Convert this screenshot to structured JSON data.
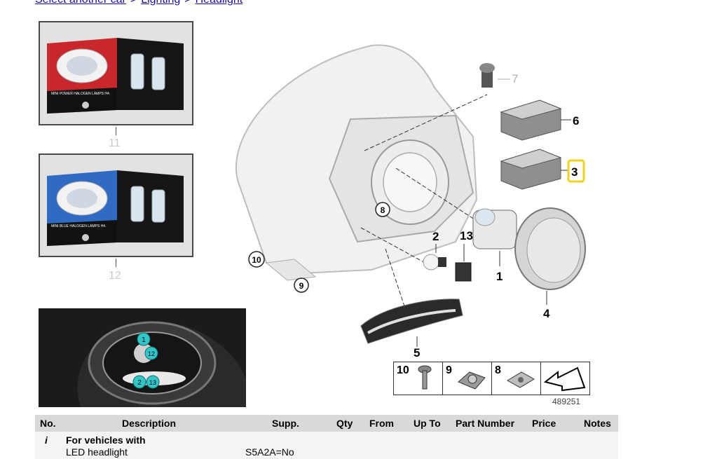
{
  "breadcrumb": {
    "items": [
      "Select another car",
      "Lighting",
      "Headlight"
    ],
    "separator": ">"
  },
  "thumbnails": [
    {
      "number": "11",
      "box_text": "MINI POWER HALOGEN LAMPS H4.",
      "box_color": "#c8272c"
    },
    {
      "number": "12",
      "box_text": "MINI BLUE HALOGEN LAMPS H4.",
      "box_color": "#2f6bc2"
    }
  ],
  "detail_callouts": [
    "1",
    "12",
    "2",
    "13"
  ],
  "diagram": {
    "callouts": [
      "7",
      "6",
      "3",
      "8",
      "2",
      "13",
      "1",
      "10",
      "9",
      "4",
      "5"
    ],
    "highlighted_callout": "3",
    "highlight_color": "#f2d21a",
    "legend_items": [
      "10",
      "9",
      "8"
    ],
    "figure_id": "489251"
  },
  "table": {
    "headers": [
      "No.",
      "Description",
      "Supp.",
      "Qty",
      "From",
      "Up To",
      "Part Number",
      "Price",
      "Notes"
    ],
    "rows": [
      {
        "no": "i",
        "description_bold": "For vehicles with",
        "description": "LED headlight",
        "supp": "S5A2A=No"
      }
    ]
  }
}
